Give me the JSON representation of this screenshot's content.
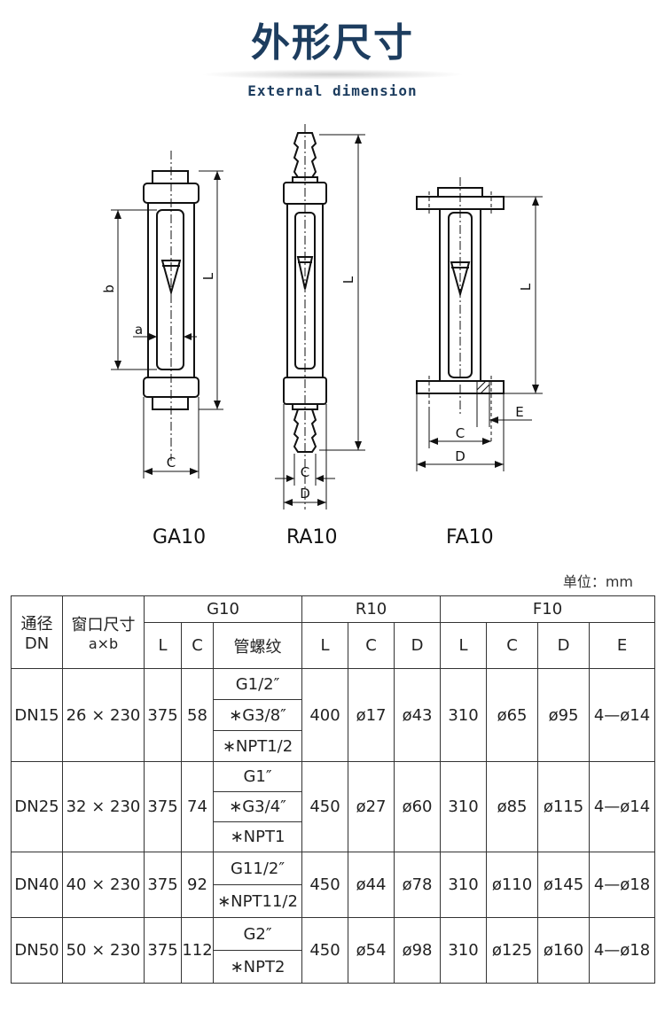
{
  "header": {
    "title": "外形尺寸",
    "subtitle": "External dimension"
  },
  "drawing": {
    "labels": {
      "b": "b",
      "a": "a",
      "L": "L",
      "C": "C",
      "D": "D",
      "E": "E"
    },
    "models": [
      "GA10",
      "RA10",
      "FA10"
    ]
  },
  "table": {
    "unit": "单位：mm",
    "head": {
      "dn_line1": "通径",
      "dn_line2": "DN",
      "win_line1": "窗口尺寸",
      "win_line2": "a×b",
      "g10": "G10",
      "r10": "R10",
      "f10": "F10",
      "L": "L",
      "C": "C",
      "D": "D",
      "E": "E",
      "thread": "管螺纹"
    },
    "rows": [
      {
        "dn": "DN15",
        "win": "26 × 230",
        "gL": "375",
        "gC": "58",
        "threads": [
          "G1/2″",
          "∗G3/8″",
          "∗NPT1/2"
        ],
        "rL": "400",
        "rC": "ø17",
        "rD": "ø43",
        "fL": "310",
        "fC": "ø65",
        "fD": "ø95",
        "fE": "4—ø14"
      },
      {
        "dn": "DN25",
        "win": "32 × 230",
        "gL": "375",
        "gC": "74",
        "threads": [
          "G1″",
          "∗G3/4″",
          "∗NPT1"
        ],
        "rL": "450",
        "rC": "ø27",
        "rD": "ø60",
        "fL": "310",
        "fC": "ø85",
        "fD": "ø115",
        "fE": "4—ø14"
      },
      {
        "dn": "DN40",
        "win": "40 × 230",
        "gL": "375",
        "gC": "92",
        "threads": [
          "G11/2″",
          "∗NPT11/2"
        ],
        "rL": "450",
        "rC": "ø44",
        "rD": "ø78",
        "fL": "310",
        "fC": "ø110",
        "fD": "ø145",
        "fE": "4—ø18"
      },
      {
        "dn": "DN50",
        "win": "50 × 230",
        "gL": "375",
        "gC": "112",
        "threads": [
          "G2″",
          "∗NPT2"
        ],
        "rL": "450",
        "rC": "ø54",
        "rD": "ø98",
        "fL": "310",
        "fC": "ø125",
        "fD": "ø160",
        "fE": "4—ø18"
      }
    ]
  }
}
